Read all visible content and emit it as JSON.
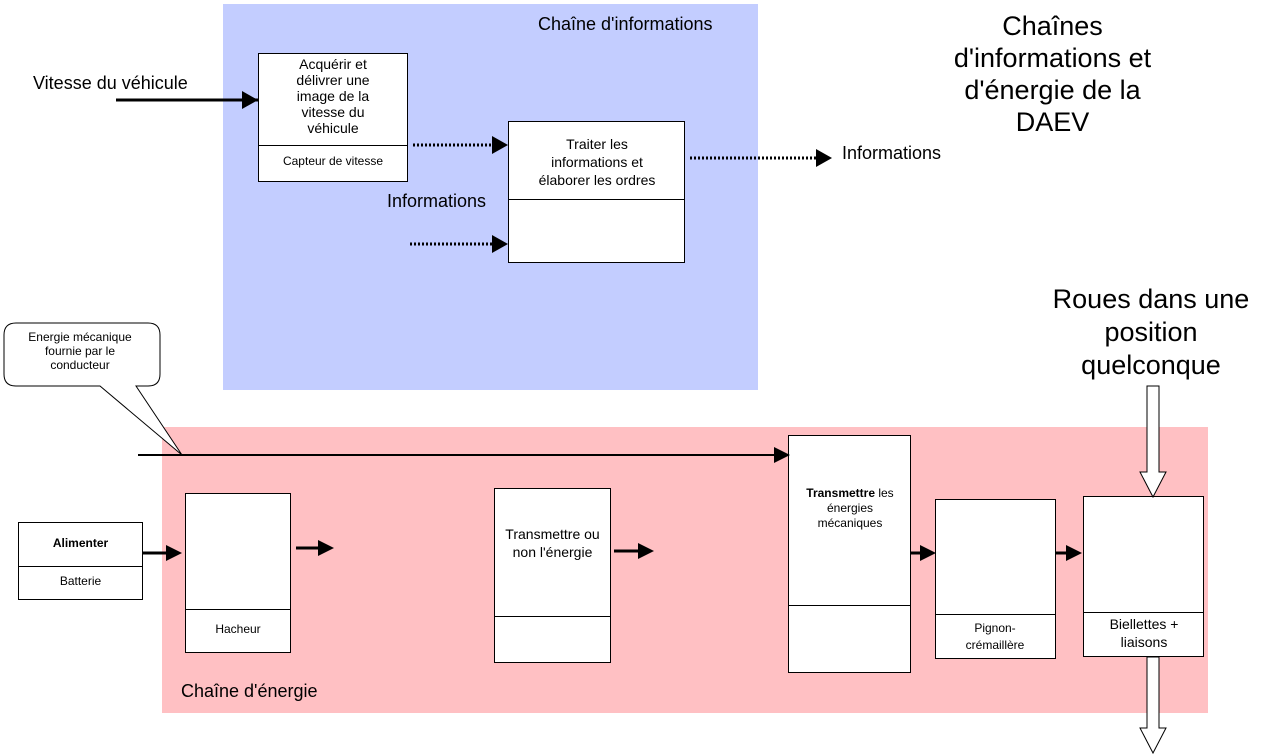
{
  "info_chain": {
    "title": "Chaîne d'informations",
    "color": "#c3cdff",
    "acquire_box": {
      "function": "Acquérir et délivrer une image de la vitesse du véhicule",
      "component": "Capteur de vitesse"
    },
    "process_box": {
      "function": "Traiter les informations et élaborer les ordres",
      "component": ""
    },
    "input_label": "Vitesse du véhicule",
    "mid_label": "Informations",
    "output_label": "Informations"
  },
  "energy_chain": {
    "title": "Chaîne d'énergie",
    "color": "#ffc0c3",
    "supply_box": {
      "function": "Alimenter",
      "component": "Batterie"
    },
    "distribute_box": {
      "function": "",
      "component": "Hacheur"
    },
    "clutch_box": {
      "function": "Transmettre ou non l'énergie",
      "component": ""
    },
    "transmit_box": {
      "function_bold": "Transmettre",
      "function_rest": " les énergies mécaniques",
      "component": ""
    },
    "rack_box": {
      "function": "",
      "component": "Pignon-crémaillère"
    },
    "rods_box": {
      "function": "",
      "component": "Biellettes + liaisons"
    }
  },
  "callout": {
    "text": "Energie mécanique fournie par le conducteur"
  },
  "heading": "Chaînes d'informations et d'énergie de la DAEV",
  "wheels_label": "Roues dans une position quelconque"
}
